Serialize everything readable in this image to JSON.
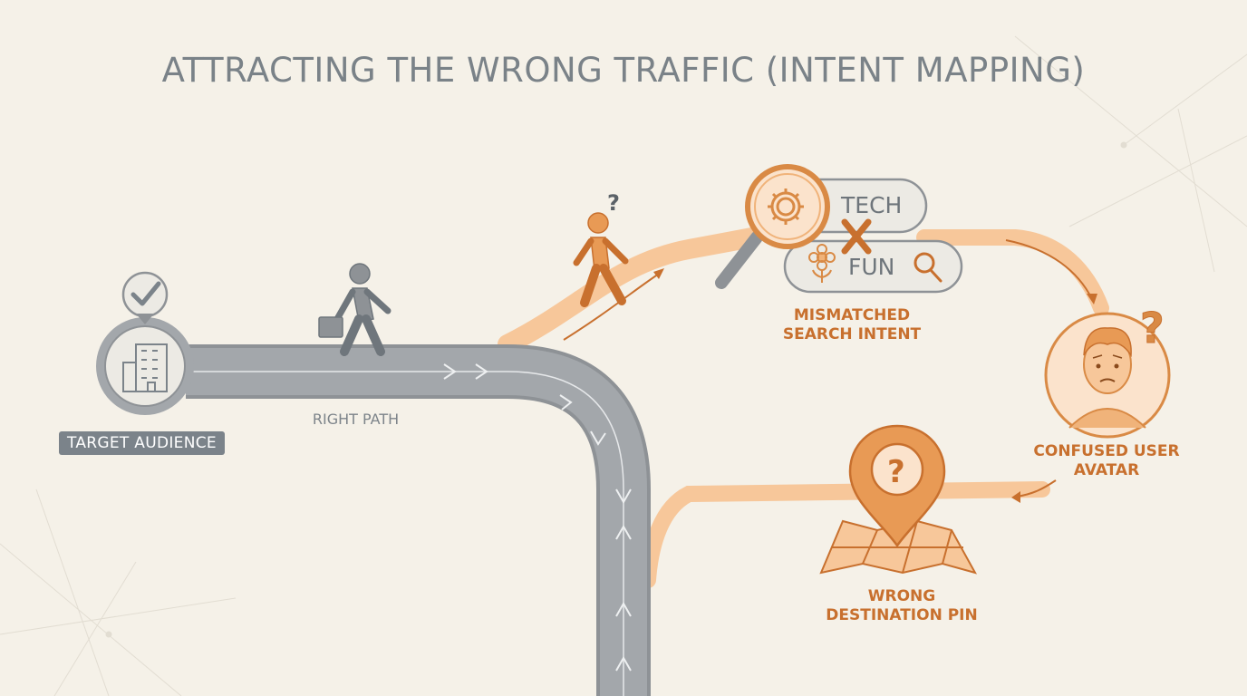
{
  "title": "ATTRACTING THE WRONG TRAFFIC (INTENT MAPPING)",
  "labels": {
    "target_audience": "TARGET AUDIENCE",
    "right_path": "RIGHT PATH",
    "mismatched_line1": "MISMATCHED",
    "mismatched_line2": "SEARCH INTENT",
    "confused_line1": "CONFUSED USER",
    "confused_line2": "AVATAR",
    "wrong_line1": "WRONG",
    "wrong_line2": "DESTINATION PIN"
  },
  "search_pills": {
    "tech": "TECH",
    "fun": "FUN"
  },
  "colors": {
    "background": "#f5f1e8",
    "gray_road": "#a3a7ab",
    "orange_accent": "#d98a45",
    "orange_trail": "#f7c79a",
    "text_gray": "#7a8288"
  },
  "icons": [
    "checkmark-badge-icon",
    "building-icon",
    "walking-person-icon",
    "magnifier-gear-icon",
    "flower-icon",
    "search-icon",
    "cross-icon",
    "question-mark-icon",
    "confused-face-icon",
    "location-pin-icon",
    "folded-map-icon"
  ]
}
